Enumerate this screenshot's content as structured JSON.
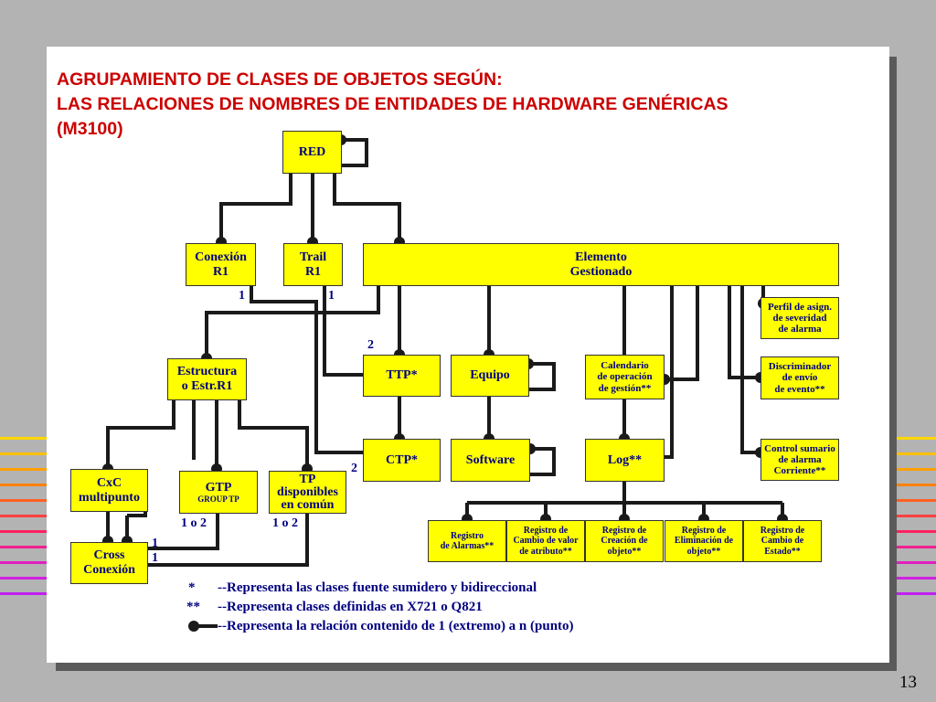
{
  "title": {
    "line1": "AGRUPAMIENTO DE CLASES DE OBJETOS SEGÚN:",
    "line2": "LAS RELACIONES DE NOMBRES DE ENTIDADES DE HARDWARE GENÉRICAS",
    "line3": "(M3100)"
  },
  "boxes": {
    "red": {
      "line1": "RED"
    },
    "conexion_r1": {
      "line1": "Conexión",
      "line2": "R1"
    },
    "trail_r1": {
      "line1": "Trail",
      "line2": "R1"
    },
    "elemento": {
      "line1": "Elemento",
      "line2": "Gestionado"
    },
    "perfil": {
      "line1": "Perfil de asign.",
      "line2": "de severidad",
      "line3": "de alarma"
    },
    "estructura": {
      "line1": "Estructura",
      "line2": "o Estr.R1"
    },
    "ttp": {
      "line1": "TTP*"
    },
    "equipo": {
      "line1": "Equipo"
    },
    "calendario": {
      "line1": "Calendario",
      "line2": "de operación",
      "line3": "de gestión**"
    },
    "discriminador": {
      "line1": "Discriminador",
      "line2": "de envío",
      "line3": "de evento**"
    },
    "ctp": {
      "line1": "CTP*"
    },
    "software": {
      "line1": "Software"
    },
    "log": {
      "line1": "Log**"
    },
    "control": {
      "line1": "Control sumario",
      "line2": "de alarma",
      "line3": "Corriente**"
    },
    "cxc": {
      "line1": "CxC",
      "line2": "multipunto"
    },
    "gtp": {
      "line1": "GTP",
      "line2": "GROUP TP"
    },
    "tp": {
      "line1": "TP",
      "line2": "disponibles",
      "line3": "en común"
    },
    "cross": {
      "line1": "Cross",
      "line2": "Conexión"
    },
    "reg_alarmas": {
      "line1": "Registro",
      "line2": "de Alarmas**"
    },
    "reg_cambio_valor": {
      "line1": "Registro de",
      "line2": "Cambio de valor",
      "line3": "de atributo**"
    },
    "reg_creacion": {
      "line1": "Registro de",
      "line2": "Creación de",
      "line3": "objeto**"
    },
    "reg_eliminacion": {
      "line1": "Registro de",
      "line2": "Eliminación de",
      "line3": "objeto**"
    },
    "reg_estado": {
      "line1": "Registro de",
      "line2": "Cambio de",
      "line3": "Estado**"
    }
  },
  "multiplicities": {
    "conexion": "1",
    "trail": "1",
    "ttp": "2",
    "ctp": "2",
    "gtp": "1 o 2",
    "tp": "1 o 2",
    "cross_a": "1",
    "cross_b": "1"
  },
  "legend": {
    "single_star": "*",
    "single_star_text": "--Representa las clases fuente sumidero y bidireccional",
    "double_star": "**",
    "double_star_text": "--Representa  clases definidas en X721 o Q821",
    "containment_text": "--Representa la relación contenido de 1 (extremo) a n (punto)"
  },
  "colors": {
    "title": "#cc0000",
    "box_fill": "#ffff00",
    "box_text": "#000080",
    "wire": "#1a1a1a",
    "background": "#b3b3b3"
  },
  "page_number": "13"
}
